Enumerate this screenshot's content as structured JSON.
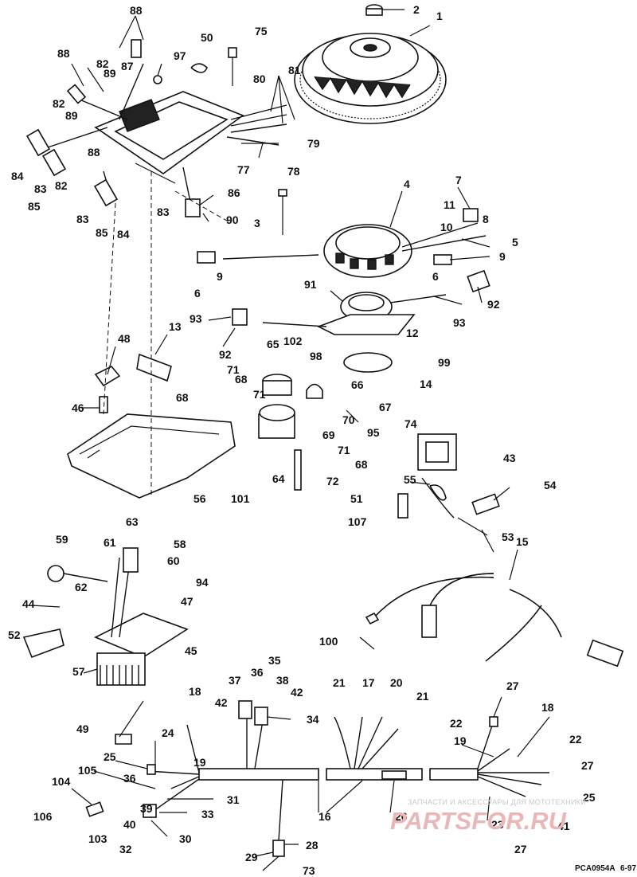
{
  "callouts": [
    "1",
    "2",
    "3",
    "4",
    "5",
    "6",
    "7",
    "8",
    "9",
    "10",
    "11",
    "12",
    "13",
    "14",
    "15",
    "16",
    "17",
    "18",
    "19",
    "20",
    "21",
    "22",
    "23",
    "24",
    "25",
    "26",
    "27",
    "28",
    "29",
    "30",
    "31",
    "32",
    "33",
    "34",
    "35",
    "36",
    "37",
    "38",
    "39",
    "40",
    "41",
    "42",
    "43",
    "44",
    "45",
    "46",
    "47",
    "48",
    "49",
    "50",
    "51",
    "52",
    "53",
    "54",
    "55",
    "56",
    "57",
    "58",
    "59",
    "60",
    "61",
    "62",
    "63",
    "64",
    "65",
    "66",
    "67",
    "68",
    "69",
    "70",
    "71",
    "72",
    "73",
    "74",
    "75",
    "77",
    "78",
    "79",
    "80",
    "81",
    "82",
    "83",
    "84",
    "85",
    "86",
    "87",
    "88",
    "89",
    "90",
    "91",
    "92",
    "93",
    "94",
    "95",
    "97",
    "98",
    "99",
    "100",
    "101",
    "102",
    "103",
    "104",
    "105",
    "106",
    "107"
  ],
  "footer": {
    "code": "PCA0954A",
    "date": "6-97"
  },
  "watermark": {
    "text": "ЗАПЧАСТИ И АКСЕССУАРЫ ДЛЯ МОТОТЕХНИКИ",
    "logo": "PARTSFOR.RU"
  },
  "colors": {
    "ink": "#111111",
    "paper": "#ffffff",
    "watermark": "#e9b7b7"
  }
}
